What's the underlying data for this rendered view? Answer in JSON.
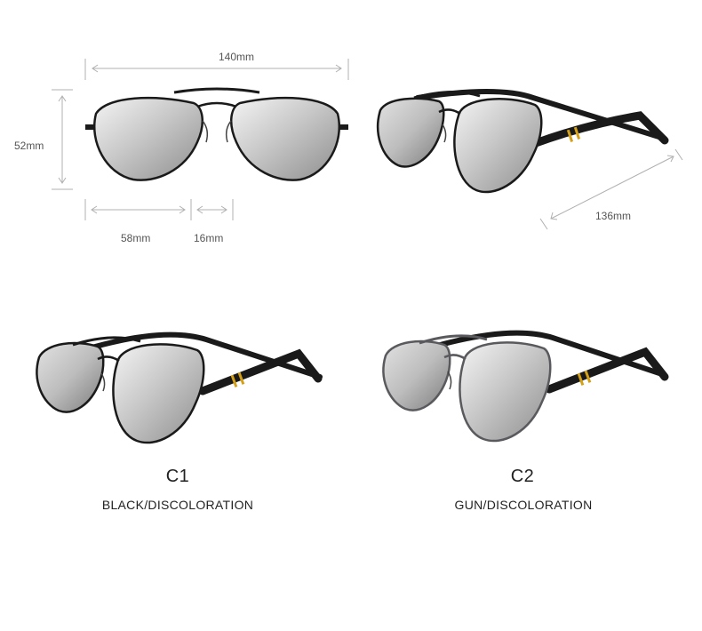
{
  "dimensions": {
    "total_width": "140mm",
    "lens_height": "52mm",
    "lens_width": "58mm",
    "bridge_width": "16mm",
    "temple_length": "136mm"
  },
  "variants": [
    {
      "code": "C1",
      "name": "BLACK/DISCOLORATION",
      "frame_color": "#1a1a1a"
    },
    {
      "code": "C2",
      "name": "GUN/DISCOLORATION",
      "frame_color": "#5a5a5e"
    }
  ],
  "colors": {
    "dimension_line": "#b0b0b0",
    "lens_light": "#eaeaea",
    "lens_dark": "#9a9a9a",
    "temple_accent": "#d4a017"
  }
}
